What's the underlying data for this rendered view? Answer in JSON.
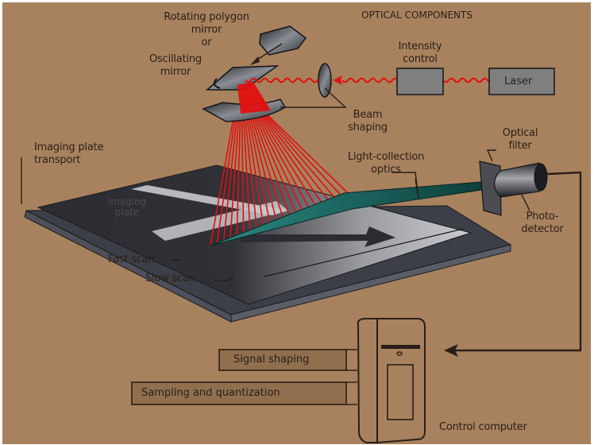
{
  "figure": {
    "title": "OPTICAL COMPONENTS",
    "colors": {
      "background": "#a8825e",
      "ink": "#2a1f17",
      "laser": "#e01010",
      "plate": "#2b2d33",
      "optics": "#1f6b66",
      "box": "#7f7f80"
    }
  },
  "labels": {
    "rotating_polygon": [
      "Rotating polygon",
      "mirror",
      "or"
    ],
    "oscillating_mirror": [
      "Oscillating",
      "mirror"
    ],
    "intensity_control": [
      "Intensity",
      "control"
    ],
    "laser": "Laser",
    "beam_shaping": [
      "Beam",
      "shaping"
    ],
    "optical_filter": [
      "Optical",
      "filter"
    ],
    "light_collection": [
      "Light-collection",
      "optics"
    ],
    "imaging_plate_transport": [
      "Imaging plate",
      "transport"
    ],
    "imaging_plate": [
      "Imaging",
      "plate"
    ],
    "photo_detector": [
      "Photo-",
      "detector"
    ],
    "fast_scan": "Fast scan",
    "slow_scan": "Slow scan",
    "signal_shaping": "Signal shaping",
    "sampling": "Sampling and quantization",
    "control_computer": "Control computer"
  }
}
